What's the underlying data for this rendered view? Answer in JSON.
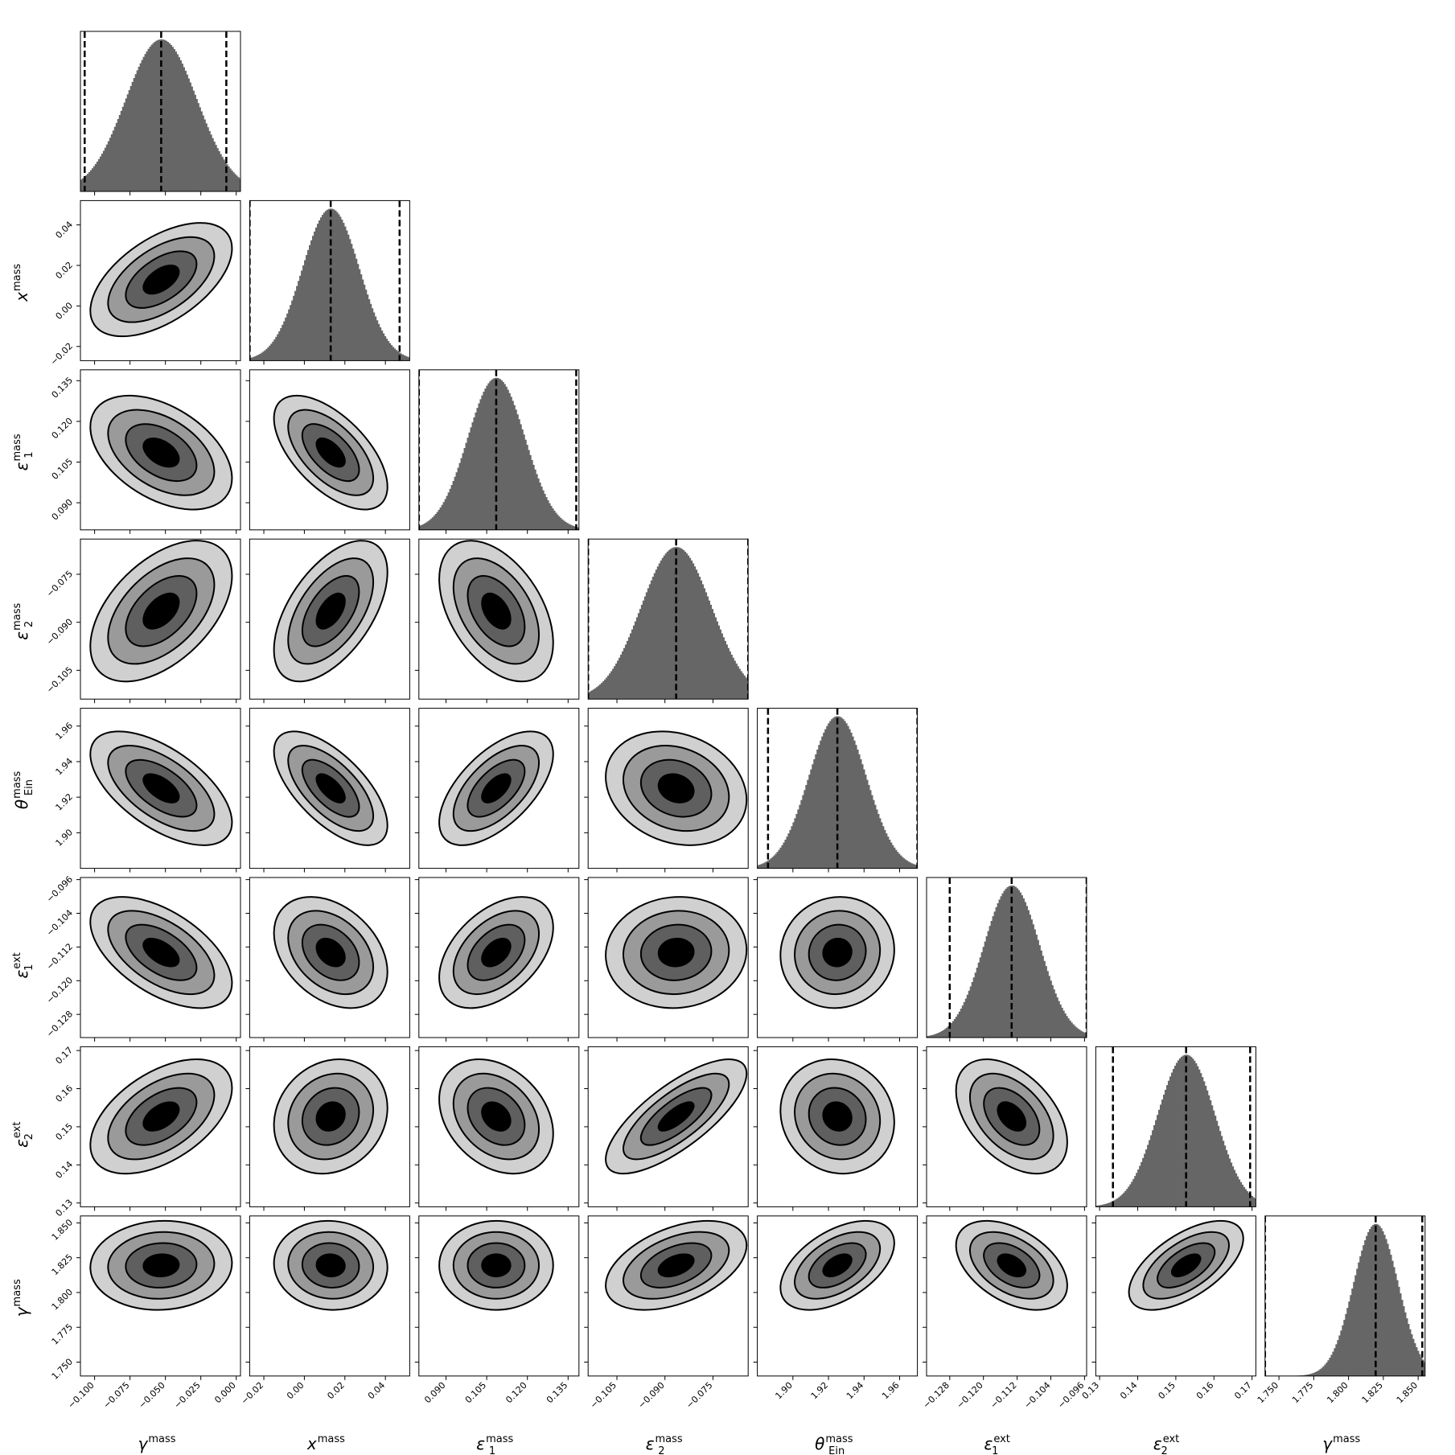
{
  "chart_data": {
    "type": "corner",
    "params": [
      {
        "sym": "γ",
        "sup": "mass",
        "sub": "",
        "range": [
          -0.11,
          0.003
        ],
        "ticks": [
          -0.1,
          -0.075,
          -0.05,
          -0.025,
          0.0
        ],
        "tick_labels": [
          "−0.100",
          "−0.075",
          "−0.050",
          "−0.025",
          "0.000"
        ],
        "mean": -0.053,
        "sigma": 0.025,
        "q_lo": -0.107,
        "q_hi": -0.007
      },
      {
        "sym": "x",
        "sup": "mass",
        "sub": "",
        "range": [
          -0.027,
          0.052
        ],
        "ticks": [
          -0.02,
          0.0,
          0.02,
          0.04
        ],
        "tick_labels": [
          "−0.02",
          "0.00",
          "0.02",
          "0.04"
        ],
        "mean": 0.013,
        "sigma": 0.014,
        "q_lo": -0.027,
        "q_hi": 0.047
      },
      {
        "sym": "ε",
        "sup": "mass",
        "sub": "1",
        "range": [
          0.08,
          0.139
        ],
        "ticks": [
          0.09,
          0.105,
          0.12,
          0.135
        ],
        "tick_labels": [
          "0.090",
          "0.105",
          "0.120",
          "0.135"
        ],
        "mean": 0.1085,
        "sigma": 0.0105,
        "q_lo": 0.08,
        "q_hi": 0.138
      },
      {
        "sym": "ε",
        "sup": "mass",
        "sub": "2",
        "range": [
          -0.114,
          -0.064
        ],
        "ticks": [
          -0.105,
          -0.09,
          -0.075
        ],
        "tick_labels": [
          "−0.105",
          "−0.090",
          "−0.075"
        ],
        "mean": -0.0865,
        "sigma": 0.011,
        "q_lo": -0.114,
        "q_hi": -0.064
      },
      {
        "sym": "θ",
        "sup": "mass",
        "sub": "Ein",
        "range": [
          1.88,
          1.97
        ],
        "ticks": [
          1.9,
          1.92,
          1.94,
          1.96
        ],
        "tick_labels": [
          "1.90",
          "1.92",
          "1.94",
          "1.96"
        ],
        "mean": 1.925,
        "sigma": 0.016,
        "q_lo": 1.886,
        "q_hi": 1.97
      },
      {
        "sym": "ε",
        "sup": "ext",
        "sub": "1",
        "range": [
          -0.1335,
          -0.0955
        ],
        "ticks": [
          -0.128,
          -0.12,
          -0.112,
          -0.104,
          -0.096
        ],
        "tick_labels": [
          "−0.128",
          "−0.120",
          "−0.112",
          "−0.104",
          "−0.096"
        ],
        "mean": -0.1133,
        "sigma": 0.0066,
        "q_lo": -0.128,
        "q_hi": -0.0955
      },
      {
        "sym": "ε",
        "sup": "ext",
        "sub": "2",
        "range": [
          0.129,
          0.171
        ],
        "ticks": [
          0.13,
          0.14,
          0.15,
          0.16,
          0.17
        ],
        "tick_labels": [
          "0.13",
          "0.14",
          "0.15",
          "0.16",
          "0.17"
        ],
        "mean": 0.1527,
        "sigma": 0.0075,
        "q_lo": 0.1335,
        "q_hi": 0.1695
      },
      {
        "sym": "γ",
        "sup": "mass",
        "sub": "",
        "range": [
          1.74,
          1.855
        ],
        "ticks": [
          1.75,
          1.775,
          1.8,
          1.825,
          1.85
        ],
        "tick_labels": [
          "1.750",
          "1.775",
          "1.800",
          "1.825",
          "1.850"
        ],
        "mean": 1.8195,
        "sigma": 0.016,
        "q_lo": 1.74,
        "q_hi": 1.853
      }
    ],
    "pairs": [
      {
        "row": 1,
        "col": 0,
        "rho": 0.55
      },
      {
        "row": 2,
        "col": 0,
        "rho": -0.45
      },
      {
        "row": 2,
        "col": 1,
        "rho": -0.6
      },
      {
        "row": 3,
        "col": 0,
        "rho": 0.5
      },
      {
        "row": 3,
        "col": 1,
        "rho": 0.55
      },
      {
        "row": 3,
        "col": 2,
        "rho": -0.45
      },
      {
        "row": 4,
        "col": 0,
        "rho": -0.6
      },
      {
        "row": 4,
        "col": 1,
        "rho": -0.65
      },
      {
        "row": 4,
        "col": 2,
        "rho": 0.6
      },
      {
        "row": 4,
        "col": 3,
        "rho": -0.2
      },
      {
        "row": 5,
        "col": 0,
        "rho": -0.55
      },
      {
        "row": 5,
        "col": 1,
        "rho": -0.35
      },
      {
        "row": 5,
        "col": 2,
        "rho": 0.45
      },
      {
        "row": 5,
        "col": 3,
        "rho": 0.05
      },
      {
        "row": 5,
        "col": 4,
        "rho": 0.05
      },
      {
        "row": 6,
        "col": 0,
        "rho": 0.5
      },
      {
        "row": 6,
        "col": 1,
        "rho": 0.15
      },
      {
        "row": 6,
        "col": 2,
        "rho": -0.3
      },
      {
        "row": 6,
        "col": 3,
        "rho": 0.75
      },
      {
        "row": 6,
        "col": 4,
        "rho": -0.1
      },
      {
        "row": 6,
        "col": 5,
        "rho": -0.45
      },
      {
        "row": 7,
        "col": 0,
        "rho": 0.05
      },
      {
        "row": 7,
        "col": 1,
        "rho": -0.05
      },
      {
        "row": 7,
        "col": 2,
        "rho": 0.0
      },
      {
        "row": 7,
        "col": 3,
        "rho": 0.45
      },
      {
        "row": 7,
        "col": 4,
        "rho": 0.5
      },
      {
        "row": 7,
        "col": 5,
        "rho": -0.45
      },
      {
        "row": 7,
        "col": 6,
        "rho": 0.6
      }
    ],
    "contour_levels_sigma": [
      0.5,
      1.0,
      1.5,
      2.0
    ],
    "contour_fills": [
      "#000000",
      "#5f5f5f",
      "#9a9a9a",
      "#d0d0d0"
    ],
    "hist_color": "#666666",
    "grid": false
  }
}
